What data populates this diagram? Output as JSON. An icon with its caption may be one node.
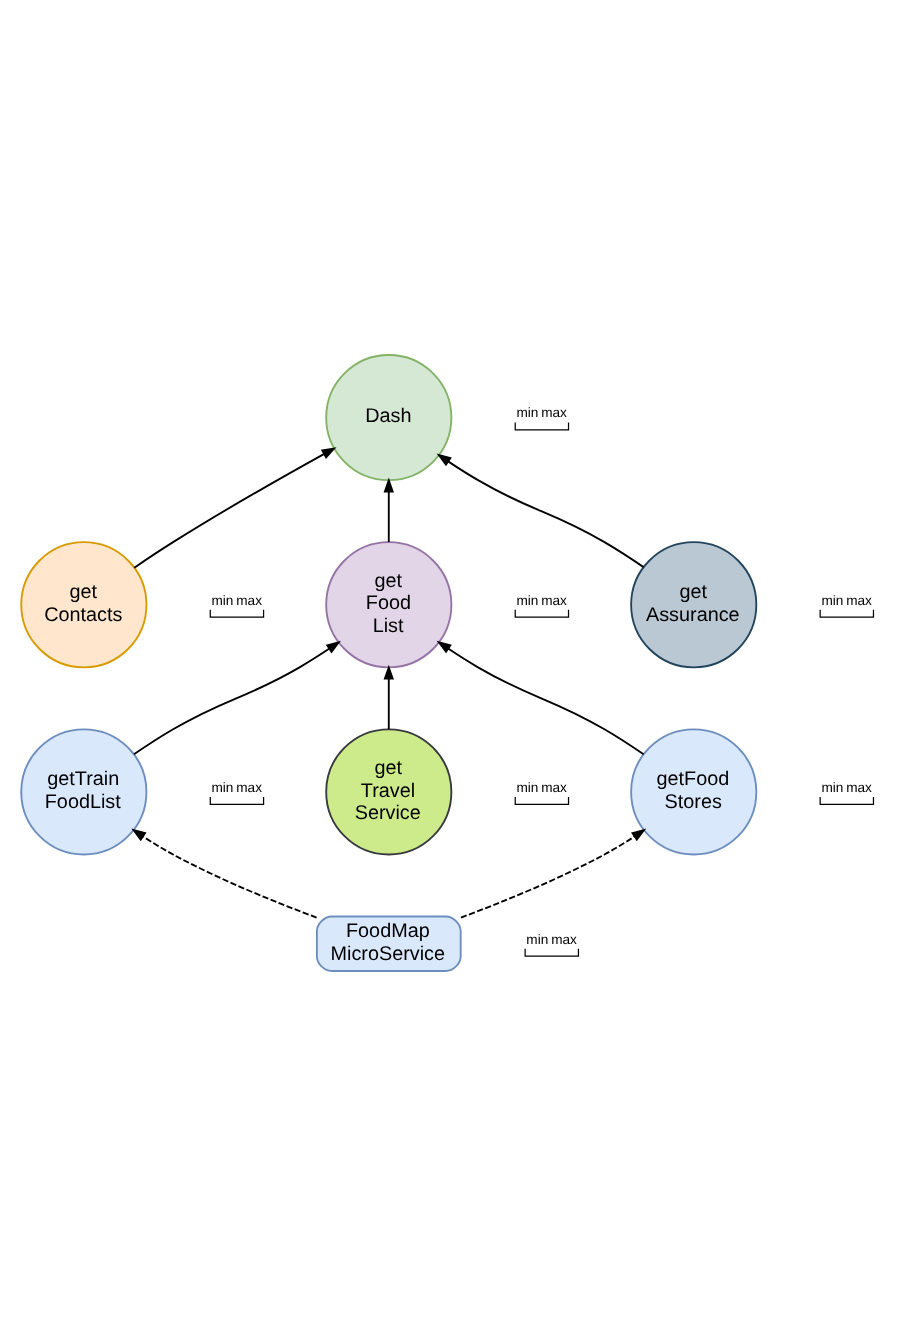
{
  "diagram": {
    "nodes": [
      {
        "text": [
          "Dash"
        ],
        "beside": [
          "min",
          "max"
        ]
      },
      {
        "text": [
          "get Contacts"
        ],
        "beside": [
          "min",
          "max"
        ]
      },
      {
        "text": [
          "get Assurance"
        ],
        "beside": [
          "min",
          "max"
        ]
      },
      {
        "text": [
          "get Food List"
        ],
        "beside": [
          "min",
          "max"
        ]
      },
      {
        "text": [
          "getTrain FoodList"
        ],
        "beside": [
          "min",
          "max"
        ]
      },
      {
        "text": [
          "get Travel Service"
        ],
        "beside": [
          "min",
          "max"
        ]
      },
      {
        "text": [
          "getFood Stores"
        ],
        "beside": [
          "min",
          "max"
        ]
      },
      {
        "text": [
          "FoodMap MicroService"
        ],
        "beside": [
          "min",
          "max"
        ]
      }
    ],
    "edges": [
      {
        "from": 1,
        "to": 0,
        "arrow": "to"
      },
      {
        "from": 3,
        "to": 0,
        "arrow": "to"
      },
      {
        "from": 2,
        "to": 0,
        "arrow": "to"
      },
      {
        "from": 4,
        "to": 3,
        "arrow": "to"
      },
      {
        "from": 5,
        "to": 3,
        "arrow": "to"
      },
      {
        "from": 6,
        "to": 3,
        "arrow": "to"
      },
      {
        "from": 7,
        "to": 4,
        "arrow": "to",
        "style": "dashed"
      },
      {
        "from": 7,
        "to": 6,
        "arrow": "to",
        "style": "dashed"
      }
    ]
  }
}
